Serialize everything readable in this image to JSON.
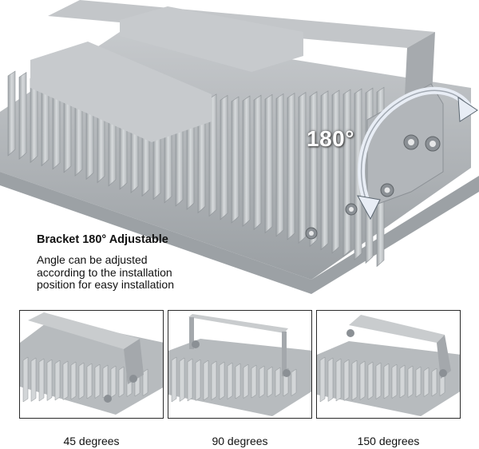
{
  "hero": {
    "angle_label": "180°",
    "image_alt": "LED flood light heat sink with adjustable mounting bracket"
  },
  "caption": {
    "title": "Bracket 180° Adjustable",
    "lines": [
      "Angle can be adjusted",
      "according to the installation",
      "position for easy installation"
    ]
  },
  "thumbnails": [
    {
      "label": "45 degrees"
    },
    {
      "label": "90 degrees"
    },
    {
      "label": "150 degrees"
    }
  ],
  "colors": {
    "aluminum_light": "#c9cccf",
    "aluminum_mid": "#aeb2b6",
    "aluminum_dark": "#8e9397",
    "arrow": "#e8edf5",
    "text": "#111111",
    "frame": "#2a2a2a"
  }
}
